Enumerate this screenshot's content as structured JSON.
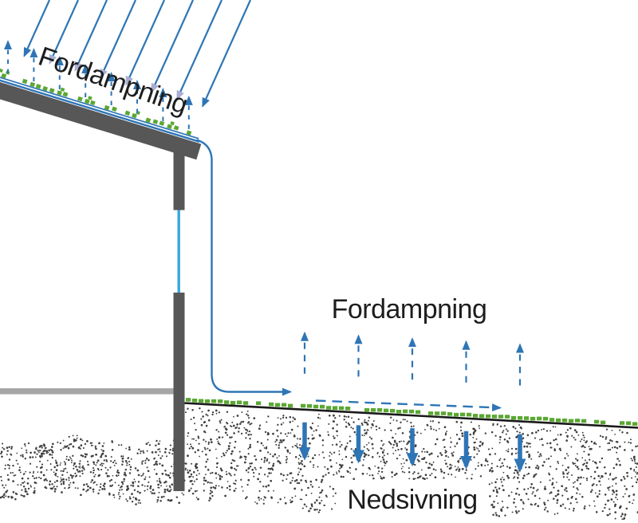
{
  "labels": {
    "roof_evaporation": "Fordampning",
    "ground_evaporation": "Fordampning",
    "infiltration": "Nedsivning"
  },
  "colors": {
    "arrow_blue": "#2e75b6",
    "faint_arrowhead": "#a9aed2",
    "pipe_light_blue": "#35a8de",
    "vegetation_green": "#5aa732",
    "structure_dark_gray": "#575757",
    "floor_gray": "#a6a6a6",
    "ground_line_black": "#1a1a1a",
    "soil_dot_gray": "#3f3f3f",
    "text_black": "#1d1d1d",
    "background": "#ffffff"
  },
  "elements": {
    "rain_arrows": {
      "name": "rain-arrows",
      "count": 8
    },
    "roof_evaporation_arrows": {
      "name": "roof-evaporation-arrows",
      "count": 8
    },
    "ground_evaporation_arrows": {
      "name": "ground-evaporation-arrows",
      "count": 5
    },
    "infiltration_arrows": {
      "name": "infiltration-arrows",
      "count": 5
    }
  }
}
